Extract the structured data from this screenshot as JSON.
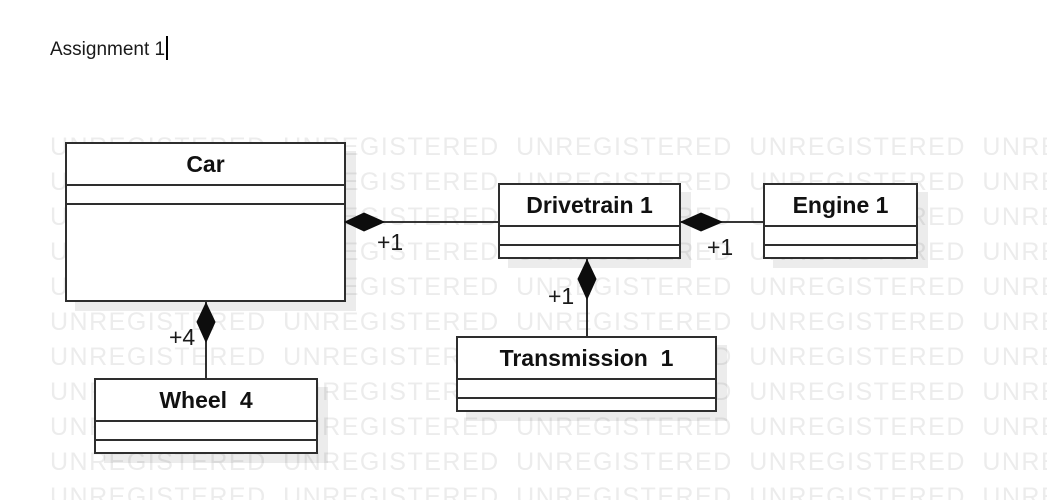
{
  "page": {
    "title": "Assignment 1"
  },
  "watermark": {
    "word": "UNREGISTERED",
    "row_text": "UNREGISTERED UNREGISTERED UNREGISTERED UNREGISTERED UNREGISTERED",
    "color": "#ececec"
  },
  "colors": {
    "box_border": "#2e2e2e",
    "connector": "#1a1a1a",
    "diamond_fill": "#0d0d0d",
    "background": "#ffffff"
  },
  "diagram": {
    "classes": [
      {
        "name": "Car"
      },
      {
        "name": "Drivetrain 1"
      },
      {
        "name": "Engine 1"
      },
      {
        "name": "Transmission  1"
      },
      {
        "name": "Wheel  4"
      }
    ],
    "relations": [
      {
        "from": "Car",
        "to": "Drivetrain 1",
        "type": "composition",
        "label": "+1"
      },
      {
        "from": "Drivetrain 1",
        "to": "Engine 1",
        "type": "composition",
        "label": "+1"
      },
      {
        "from": "Drivetrain 1",
        "to": "Transmission  1",
        "type": "composition",
        "label": "+1"
      },
      {
        "from": "Car",
        "to": "Wheel  4",
        "type": "composition",
        "label": "+4"
      }
    ]
  }
}
